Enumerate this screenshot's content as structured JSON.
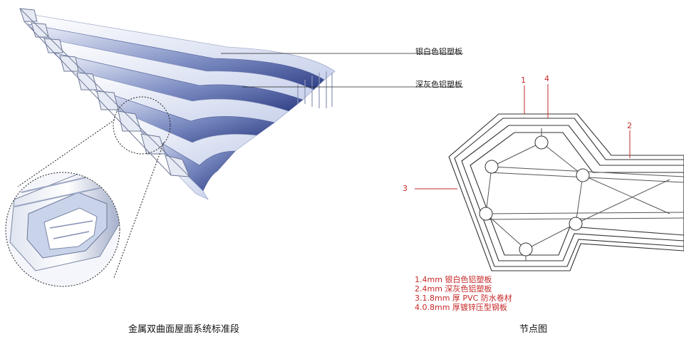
{
  "left_diagram": {
    "callouts": [
      "银白色铝塑板",
      "深灰色铝塑板"
    ],
    "caption": "金属双曲面屋面系统标准段"
  },
  "right_diagram": {
    "markers": [
      "1",
      "4",
      "2",
      "3"
    ],
    "legend": [
      "1.4mm 银白色铝塑板",
      "2.4mm 深灰色铝塑板",
      "3.1.8mm 厚 PVC 防水卷材",
      "4.0.8mm 厚镀锌压型钢板"
    ],
    "caption": "节点图"
  }
}
